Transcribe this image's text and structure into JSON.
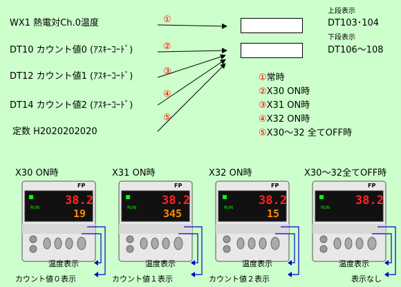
{
  "inputs": [
    {
      "label": "WX1 熱電対Ch.0温度",
      "marker": "①"
    },
    {
      "label": "DT10 カウント値0 (ｱｽｷｰｺｰﾄﾞ)",
      "marker": "②"
    },
    {
      "label": "DT12 カウント値1 (ｱｽｷｰｺｰﾄﾞ)",
      "marker": "③"
    },
    {
      "label": "DT14 カウント値2 (ｱｽｷｰｺｰﾄﾞ)",
      "marker": "④"
    },
    {
      "label": "定数 H2020202020",
      "marker": "⑤"
    }
  ],
  "outputs": [
    {
      "caption": "上段表示",
      "address": "DT103･104"
    },
    {
      "caption": "下段表示",
      "address": "DT106～108"
    }
  ],
  "legend": [
    {
      "num": "①",
      "text": "常時"
    },
    {
      "num": "②",
      "text": "X30 ON時"
    },
    {
      "num": "③",
      "text": "X31 ON時"
    },
    {
      "num": "④",
      "text": "X32 ON時"
    },
    {
      "num": "⑤",
      "text": "X30～32 全てOFF時"
    }
  ],
  "devices": [
    {
      "title": "X30 ON時",
      "brand": "FP",
      "run": "RUN",
      "upper": "38.2",
      "lower": "19",
      "label_top": "温度表示",
      "label_bottom": "カウント値０表示"
    },
    {
      "title": "X31 ON時",
      "brand": "FP",
      "run": "RUN",
      "upper": "38.2",
      "lower": "345",
      "label_top": "温度表示",
      "label_bottom": "カウント値１表示"
    },
    {
      "title": "X32 ON時",
      "brand": "FP",
      "run": "RUN",
      "upper": "38.2",
      "lower": "15",
      "label_top": "温度表示",
      "label_bottom": "カウント値２表示"
    },
    {
      "title": "X30～32全てOFF時",
      "brand": "FP",
      "run": "RUN",
      "upper": "38.2",
      "lower": "",
      "label_top": "温度表示",
      "label_bottom": "表示なし"
    }
  ],
  "colors": {
    "background": "#ccffcc",
    "accent": "#ff0000",
    "line": "#0000cc",
    "led_green": "#00ff00",
    "upper_digits": "#ff2222",
    "lower_digits": "#ff8800"
  }
}
